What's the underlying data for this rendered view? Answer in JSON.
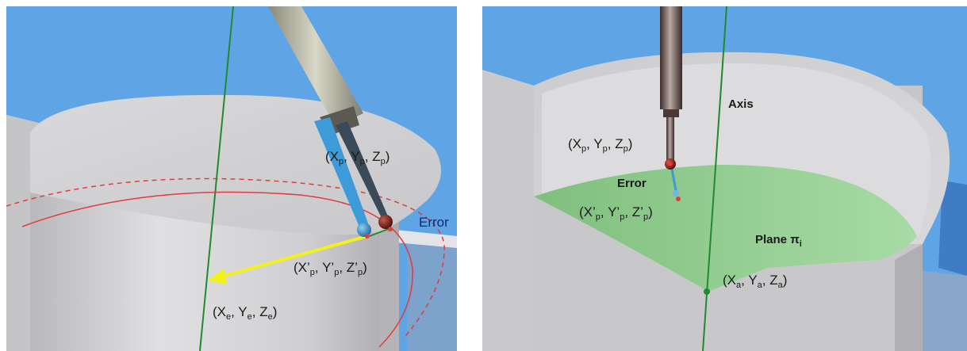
{
  "left_panel": {
    "point_probe": {
      "x": "X",
      "x_sub": "p",
      "y": "Y",
      "y_sub": "p",
      "z": "Z",
      "z_sub": "p"
    },
    "point_projected": {
      "x": "X’",
      "x_sub": "p",
      "y": "Y’",
      "y_sub": "p",
      "z": "Z’",
      "z_sub": "p"
    },
    "point_ellipse": {
      "x": "X",
      "x_sub": "e",
      "y": "Y",
      "y_sub": "e",
      "z": "Z",
      "z_sub": "e"
    },
    "error_label": "Error"
  },
  "right_panel": {
    "axis_label": "Axis",
    "error_label": "Error",
    "point_probe": {
      "x": "X",
      "x_sub": "p",
      "y": "Y",
      "y_sub": "p",
      "z": "Z",
      "z_sub": "p"
    },
    "point_projected": {
      "x": "X’",
      "x_sub": "p",
      "y": "Y’",
      "y_sub": "p",
      "z": "Z’",
      "z_sub": "p"
    },
    "plane_label": "Plane",
    "plane_symbol": "π",
    "plane_sub": "i",
    "point_axis": {
      "x": "X",
      "x_sub": "a",
      "y": "Y",
      "y_sub": "a",
      "z": "Z",
      "z_sub": "a"
    }
  },
  "colors": {
    "sky": "#5fa5e6",
    "cylinder": "#d6d6d8",
    "plane": "#9bd49a",
    "axis_line": "#1f8a2e",
    "ellipse": "#e23b3b",
    "arrow": "#f2f21a",
    "probe_stylus": "#3c9bd8"
  }
}
